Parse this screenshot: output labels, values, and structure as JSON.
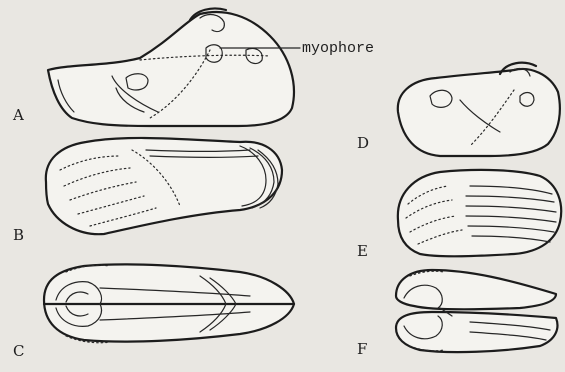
{
  "figure": {
    "callout_label": "myophore",
    "panels": [
      {
        "id": "A",
        "label": "A",
        "view": "interior"
      },
      {
        "id": "B",
        "label": "B",
        "view": "exterior"
      },
      {
        "id": "C",
        "label": "C",
        "view": "dorsal"
      },
      {
        "id": "D",
        "label": "D",
        "view": "interior"
      },
      {
        "id": "E",
        "label": "E",
        "view": "exterior"
      },
      {
        "id": "F",
        "label": "F",
        "view": "dorsal"
      }
    ],
    "colors": {
      "ink": "#1c1c1c",
      "paper": "#e9e7e2"
    }
  }
}
